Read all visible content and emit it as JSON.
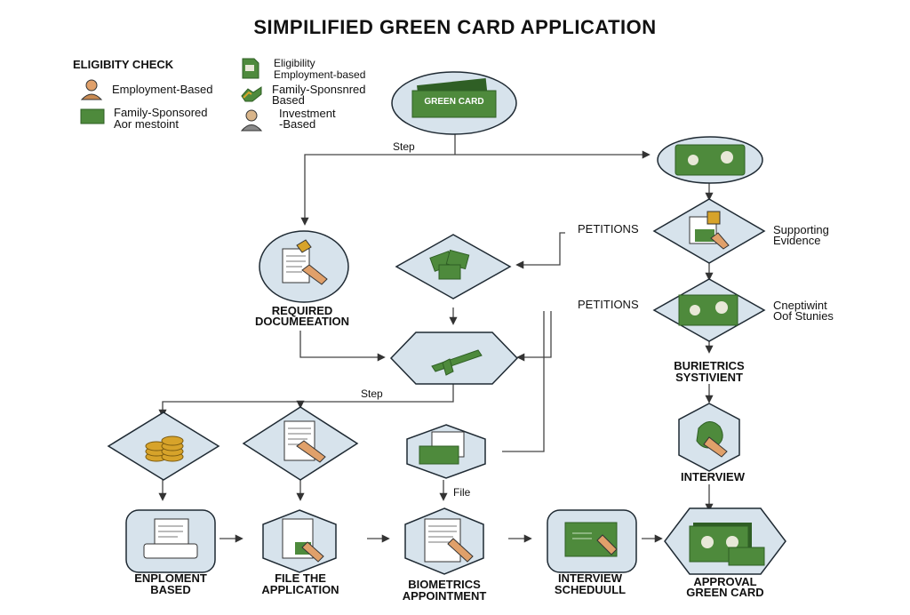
{
  "title": "SIMPILIFIED GREEN CARD APPLICATION",
  "legend": {
    "heading": "ELIGIBITY CHECK",
    "items": [
      {
        "line1": "Employment-Based",
        "line2": ""
      },
      {
        "line1": "Family-Sponsored",
        "line2": "Aor mestoint"
      },
      {
        "line1": "Eligibility",
        "line2": "Employment-based"
      },
      {
        "line1": "Family-Sponsnred",
        "line2": "Based"
      },
      {
        "line1": "Investment",
        "line2": "-Based"
      }
    ]
  },
  "green_card": {
    "label": "GREEN CARD"
  },
  "step_labels": [
    "Step",
    "Step"
  ],
  "file_label": "File",
  "petitions": [
    "PETITIONS",
    "PETITIONS"
  ],
  "right_labels": {
    "supporting": [
      "Supporting",
      "Evidence"
    ],
    "cneptiwint": [
      "Cneptiwint",
      "Oof Stunies"
    ],
    "biometrics_system": [
      "BURIETRICS",
      "SYSTIVIENT"
    ],
    "interview": "INTERVIEW"
  },
  "required_doc": [
    "REQUIRED",
    "DOCUMEEATION"
  ],
  "bottom_labels": [
    [
      "ENPLOMENT",
      "BASED"
    ],
    [
      "FILE THE",
      "APPLICATION"
    ],
    [
      "BIOMETRICS",
      "APPOINTMENT"
    ],
    [
      "INTERVIEW",
      "SCHEDUULL"
    ],
    [
      "APPROVAL",
      "GREEN CARD"
    ]
  ],
  "colors": {
    "node_fill": "#d7e3ec",
    "node_stroke": "#1f2a33",
    "green": "#4e8a3c",
    "green_dark": "#2f5f25",
    "gold": "#d7a32a"
  }
}
